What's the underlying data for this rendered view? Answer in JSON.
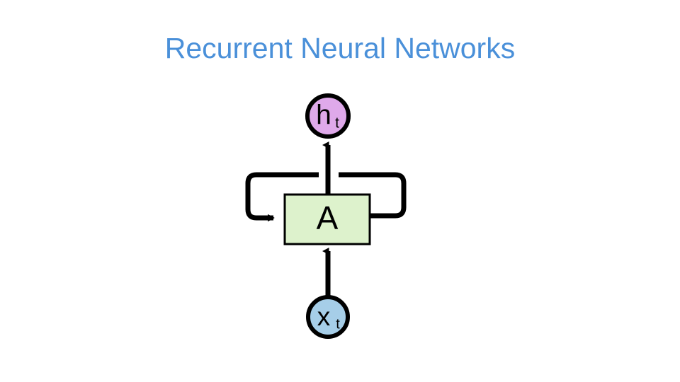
{
  "slide": {
    "title": "Recurrent Neural Networks",
    "title_color": "#4a90d9",
    "background_color": "#ffffff"
  },
  "diagram": {
    "name": "recurrent-neural-network-unit",
    "colors": {
      "output_node_fill": "#dfa9ea",
      "input_node_fill": "#a6cee8",
      "cell_fill": "#ddf2cc",
      "stroke": "#000000"
    },
    "nodes": {
      "output": {
        "label_main": "h",
        "label_sub": "t",
        "shape": "circle"
      },
      "cell": {
        "label": "A",
        "shape": "rectangle"
      },
      "input": {
        "label_main": "x",
        "label_sub": "t",
        "shape": "circle"
      }
    },
    "edges": [
      {
        "name": "input-to-cell",
        "from": "x_t",
        "to": "A",
        "direction": "up"
      },
      {
        "name": "cell-to-output",
        "from": "A",
        "to": "h_t",
        "direction": "up"
      },
      {
        "name": "recurrent-loop",
        "from": "A",
        "to": "A",
        "direction": "right-up-left-in"
      }
    ]
  }
}
